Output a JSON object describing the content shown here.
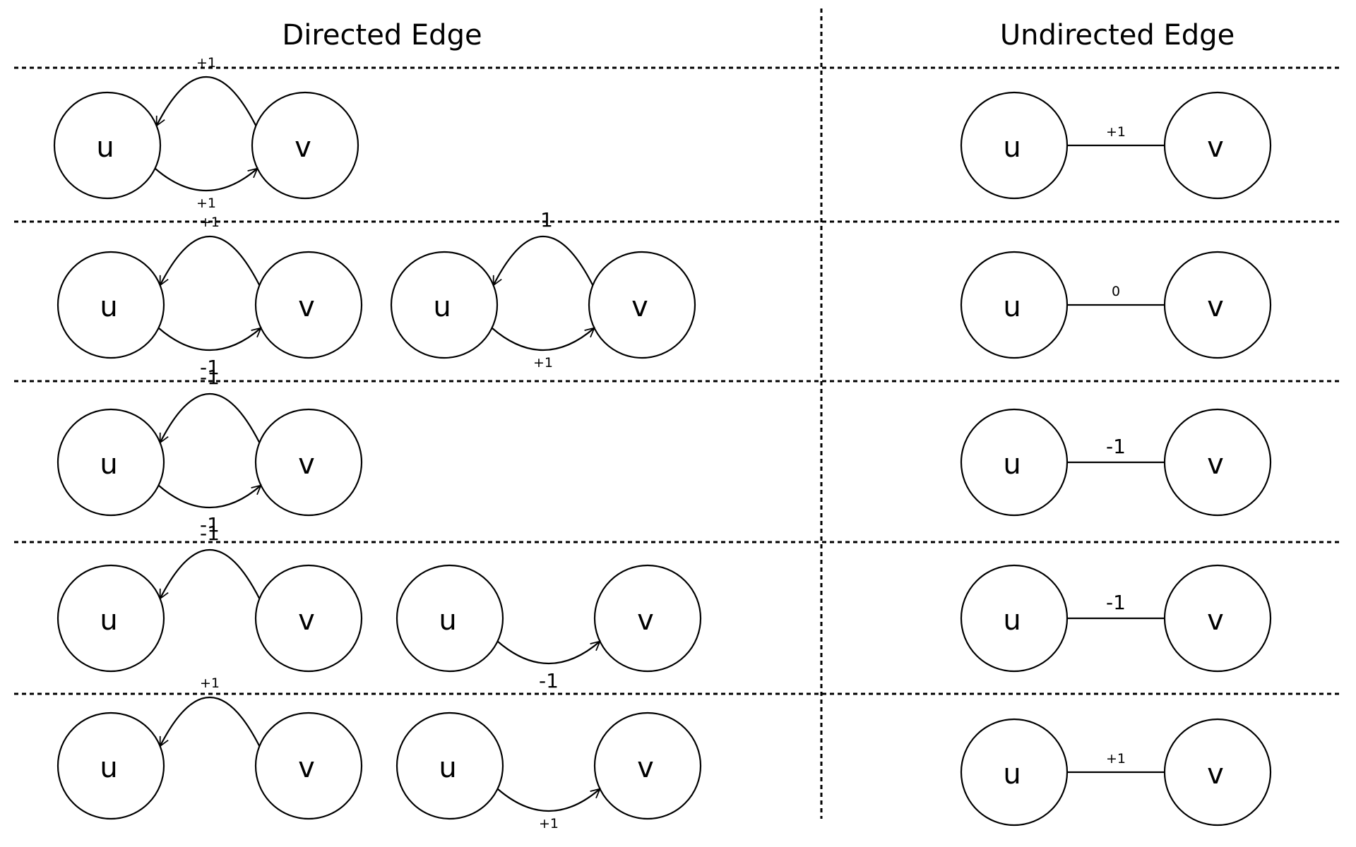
{
  "headers": {
    "directed": "Directed Edge",
    "undirected": "Undirected Edge"
  },
  "node_labels": {
    "u": "u",
    "v": "v"
  },
  "rows": [
    {
      "directed_pairs": [
        {
          "top_label": "+1",
          "top_size": "small",
          "bottom_label": "+1",
          "bottom_size": "small"
        }
      ],
      "undirected_label": "+1",
      "undirected_size": "small"
    },
    {
      "directed_pairs": [
        {
          "top_label": "+1",
          "top_size": "small",
          "bottom_label": "-1",
          "bottom_size": "large"
        },
        {
          "top_label": "-1",
          "top_size": "large",
          "bottom_label": "+1",
          "bottom_size": "small"
        }
      ],
      "undirected_label": "0",
      "undirected_size": "small"
    },
    {
      "directed_pairs": [
        {
          "top_label": "-1",
          "top_size": "large",
          "bottom_label": "-1",
          "bottom_size": "large"
        }
      ],
      "undirected_label": "-1",
      "undirected_size": "large"
    },
    {
      "directed_pairs": [
        {
          "top_label": "-1",
          "top_size": "large",
          "bottom_label": null
        },
        {
          "top_label": null,
          "bottom_label": "-1",
          "bottom_size": "large"
        }
      ],
      "undirected_label": "-1",
      "undirected_size": "large"
    },
    {
      "directed_pairs": [
        {
          "top_label": "+1",
          "top_size": "small",
          "bottom_label": null
        },
        {
          "top_label": null,
          "bottom_label": "+1",
          "bottom_size": "small"
        }
      ],
      "undirected_label": "+1",
      "undirected_size": "small"
    }
  ]
}
